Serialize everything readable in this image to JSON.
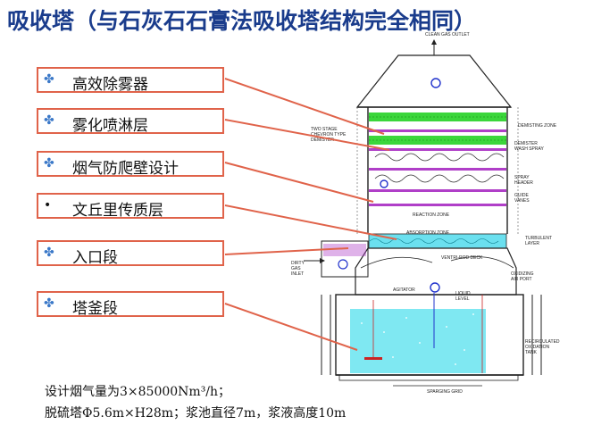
{
  "title": "吸收塔（与石灰石石膏法吸收塔结构完全相同）",
  "labels": [
    {
      "bullet": "✤",
      "text": "高效除雾器"
    },
    {
      "bullet": "✤",
      "text": "雾化喷淋层"
    },
    {
      "bullet": "✤",
      "text": "烟气防爬壁设计"
    },
    {
      "bullet": "•",
      "text": "文丘里传质层"
    },
    {
      "bullet": "✤",
      "text": "入口段"
    },
    {
      "bullet": "✤",
      "text": "塔釜段"
    }
  ],
  "diagram": {
    "clean_gas_outlet": "CLEAN GAS OUTLET",
    "demisting_zone": "DEMISTING ZONE",
    "two_stage": "TWO STAGE",
    "chevron": "CHEVRON TYPE",
    "demister": "DEMISTER",
    "demister_wash": "DEMISTER",
    "wash_spray": "WASH SPRAY",
    "spray": "SPRAY",
    "header": "HEADER",
    "guide": "GUIDE",
    "vanes": "VANES",
    "reaction_zone": "REACTION ZONE",
    "absorption_zone": "ABSORPTION ZONE",
    "turbulent": "TURBULENT",
    "layer": "LAYER",
    "ventri_rod_deck": "VENTRI-ROD DECK",
    "dirty": "DIRTY",
    "gas": "GAS",
    "inlet": "INLET",
    "oxidizing": "OXIDIZING",
    "air_port": "AIR PORT",
    "agitator": "AGITATOR",
    "liquid": "LIQUID",
    "level": "LEVEL",
    "recirculated": "RECIRCULATED",
    "oxidation": "OXIDATION",
    "tank": "TANK",
    "sparging_grid": "SPARGING GRID"
  },
  "footer": {
    "line1": "设计烟气量为3×85000Nm³/h；",
    "line2": "脱硫塔Φ5.6m×H28m；浆池直径7m，浆液高度10m"
  },
  "colors": {
    "title": "#1a3c8c",
    "label_border": "#e0634a",
    "leader": "#e0634a",
    "tank": "#7fe8f2",
    "demister": "#3bd63b",
    "spray": "#b03fc8"
  }
}
